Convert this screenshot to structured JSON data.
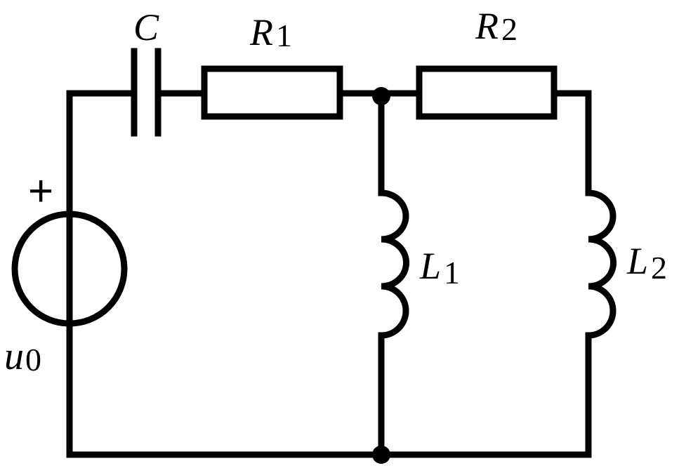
{
  "components": {
    "capacitor": {
      "symbol": "C"
    },
    "resistor1": {
      "symbol": "R",
      "sub": "1"
    },
    "resistor2": {
      "symbol": "R",
      "sub": "2"
    },
    "inductor1": {
      "symbol": "L",
      "sub": "1"
    },
    "inductor2": {
      "symbol": "L",
      "sub": "2"
    },
    "source": {
      "symbol": "u",
      "sub": "0",
      "polarity": "+"
    }
  },
  "colors": {
    "ink": "#000000",
    "background": "#ffffff"
  }
}
